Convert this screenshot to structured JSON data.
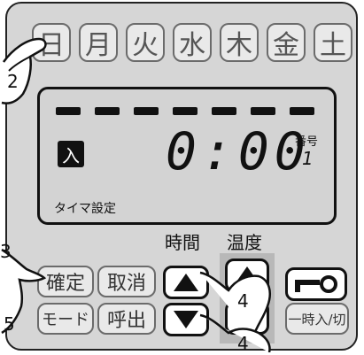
{
  "days": [
    "日",
    "月",
    "火",
    "水",
    "木",
    "金",
    "土"
  ],
  "lcd": {
    "mode_badge": "入",
    "time": "0:00",
    "bango_label": "番号",
    "bango_value": "1",
    "setting_label": "タイマ設定"
  },
  "headers": {
    "time": "時間",
    "temp": "温度"
  },
  "buttons": {
    "confirm": "確定",
    "cancel": "取消",
    "mode": "モード",
    "call": "呼出",
    "lock_icon": "key-icon",
    "temp_onoff": "一時入/切"
  },
  "callouts": {
    "c2": "2",
    "c3": "3",
    "c5": "5",
    "c4a": "4",
    "c4b": "4"
  }
}
